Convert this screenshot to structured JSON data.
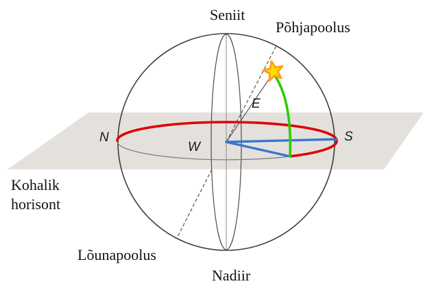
{
  "labels": {
    "zenith": "Seniit",
    "north_celestial_pole": "Põhjapoolus",
    "local_horizon": "Kohalik\nhorisont",
    "south_celestial_pole": "Lõunapoolus",
    "nadir": "Nadiir",
    "north_point": "N",
    "south_point": "S",
    "east_point": "E",
    "west_point": "W"
  },
  "colors": {
    "horizon_circle": "#e00000",
    "altitude_arc": "#2ecc00",
    "azimuth_lines": "#3778cd",
    "star_fill": "#ffdf00",
    "star_stroke": "#ffa020",
    "plane_fill": "#e4e1dd",
    "sphere_outline": "#3d3d3d"
  }
}
